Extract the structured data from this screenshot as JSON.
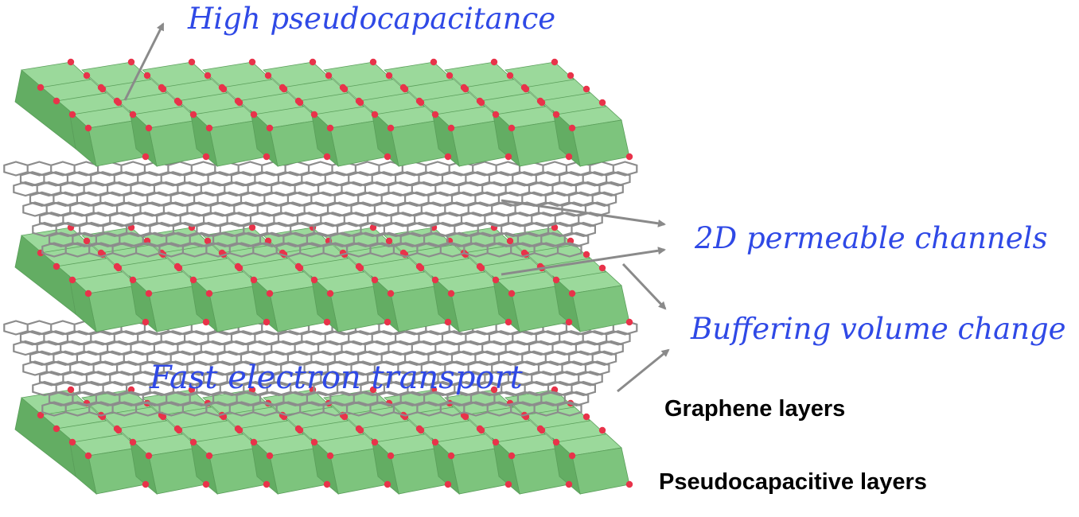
{
  "labels": {
    "high_pseudocapacitance": "High pseudocapacitance",
    "permeable_channels": "2D permeable channels",
    "buffering_volume_change": "Buffering volume change",
    "fast_electron_transport": "Fast electron transport",
    "graphene_layers": "Graphene layers",
    "pseudocapacitive_layers": "Pseudocapacitive layers"
  },
  "colors": {
    "octahedron_top": "#9bd99b",
    "octahedron_front": "#7dc47d",
    "octahedron_side": "#63ad63",
    "octahedron_edge": "#5a9e5a",
    "oxygen_atom": "#e8334a",
    "graphene_bond": "#8c8c8c",
    "arrow": "#8a8a8a",
    "annotation_text": "#2f49e6",
    "legend_text": "#000000"
  },
  "structure": {
    "pseudocapacitive_layer_count": 3,
    "graphene_layer_count": 2,
    "octahedra_per_row": 9,
    "rows_per_layer": 4
  }
}
